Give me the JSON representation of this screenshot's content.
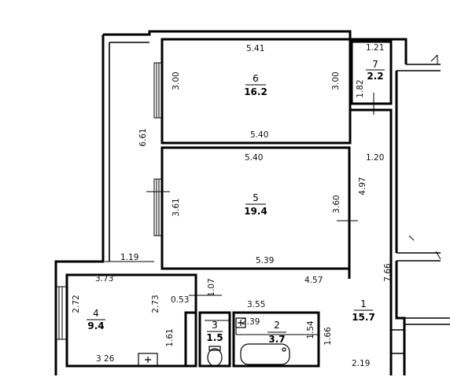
{
  "rooms": [
    {
      "number": "6",
      "area": "16.2"
    },
    {
      "number": "5",
      "area": "19.4"
    },
    {
      "number": "7",
      "area": "2.2"
    },
    {
      "number": "4",
      "area": "9.4"
    },
    {
      "number": "3",
      "area": "1.5"
    },
    {
      "number": "2",
      "area": "3.7"
    },
    {
      "number": "1",
      "area": "15.7"
    }
  ],
  "dimensions": {
    "r6_top": "5.41",
    "r6_bottom": "5.40",
    "r6_left": "3.00",
    "r6_right": "3.00",
    "r5_top": "5.40",
    "r5_bottom": "5.39",
    "r5_left": "3.61",
    "r5_right": "3.60",
    "balcony_height": "6.61",
    "balcony_width": "1.19",
    "r7_top": "1.21",
    "r7_height": "1.82",
    "corridor_width": "1.20",
    "corridor_height": "4.97",
    "hall_height": "7.66",
    "hall_top": "4.57",
    "hall_bottom": "2.19",
    "r4_top": "3.73",
    "r4_bottom": "3 26",
    "r4_left": "2.72",
    "r4_right": "2.73",
    "closet_width": "0.53",
    "closet_height": "1.07",
    "niche": "1.61",
    "bath_top": "3.55",
    "bath_width": "2.39",
    "bath_height": "1.54",
    "bath_right": "1.66"
  }
}
